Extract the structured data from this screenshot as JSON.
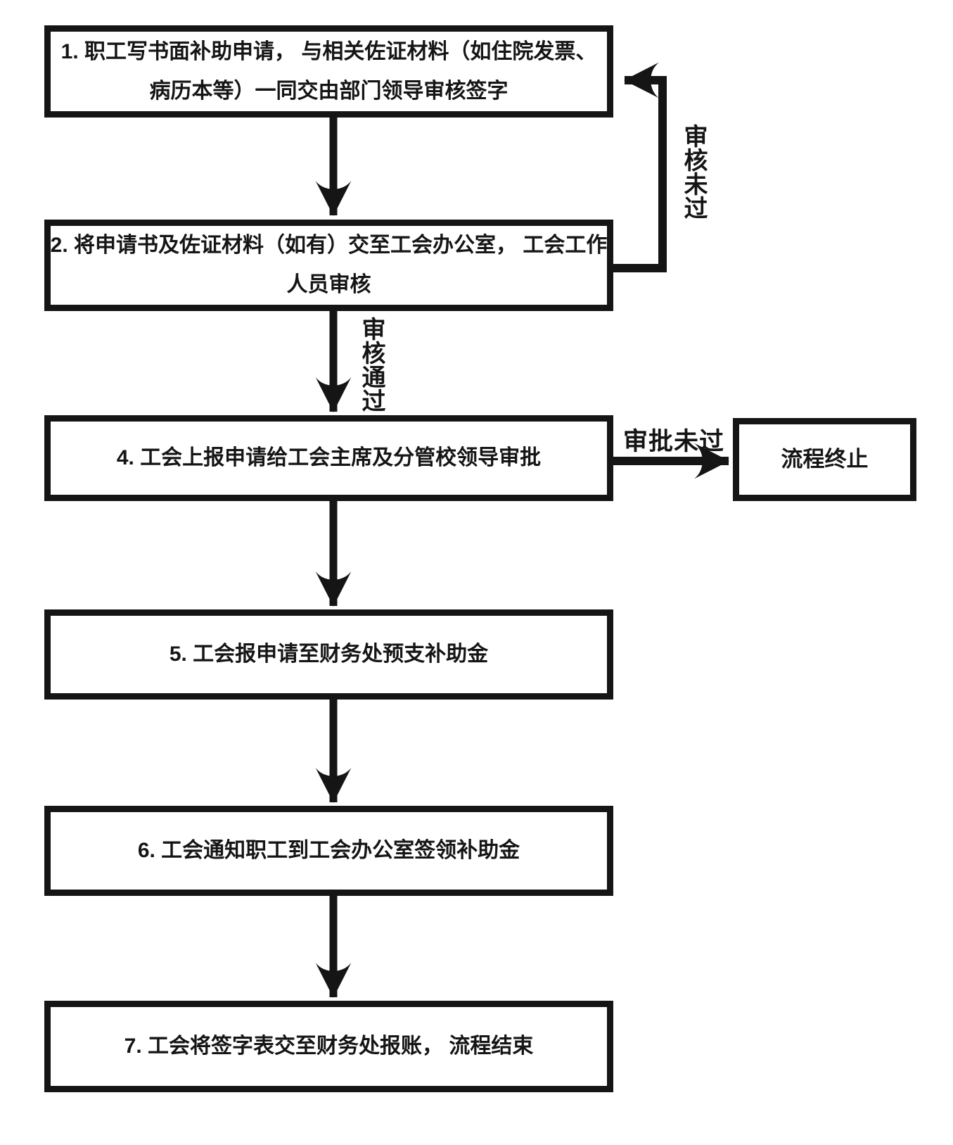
{
  "diagram": {
    "type": "flowchart",
    "boxes": [
      {
        "id": "step-1",
        "lines": [
          "1. 职工写书面补助申请， 与相关佐证材料（如住院发票、",
          "病历本等）一同交由部门领导审核签字"
        ]
      },
      {
        "id": "step-2",
        "lines": [
          "2. 将申请书及佐证材料（如有）交至工会办公室， 工会工作",
          "人员审核"
        ]
      },
      {
        "id": "step-4",
        "lines": [
          "4. 工会上报申请给工会主席及分管校领导审批"
        ]
      },
      {
        "id": "step-5",
        "lines": [
          "5. 工会报申请至财务处预支补助金"
        ]
      },
      {
        "id": "step-6",
        "lines": [
          "6. 工会通知职工到工会办公室签领补助金"
        ]
      },
      {
        "id": "step-7",
        "lines": [
          "7. 工会将签字表交至财务处报账， 流程结束"
        ]
      },
      {
        "id": "terminate",
        "lines": [
          "流程终止"
        ]
      }
    ],
    "edge_labels": {
      "review_fail": "审核未过",
      "review_pass": "审核通过",
      "approval_fail": "审批未过"
    },
    "edges": [
      {
        "from": "step-1",
        "to": "step-2",
        "label": ""
      },
      {
        "from": "step-2",
        "to": "step-1",
        "label": "审核未过"
      },
      {
        "from": "step-2",
        "to": "step-4",
        "label": "审核通过"
      },
      {
        "from": "step-4",
        "to": "terminate",
        "label": "审批未过"
      },
      {
        "from": "step-4",
        "to": "step-5",
        "label": ""
      },
      {
        "from": "step-5",
        "to": "step-6",
        "label": ""
      },
      {
        "from": "step-6",
        "to": "step-7",
        "label": ""
      }
    ],
    "colors": {
      "line": "#151515",
      "background": "#ffffff"
    }
  }
}
